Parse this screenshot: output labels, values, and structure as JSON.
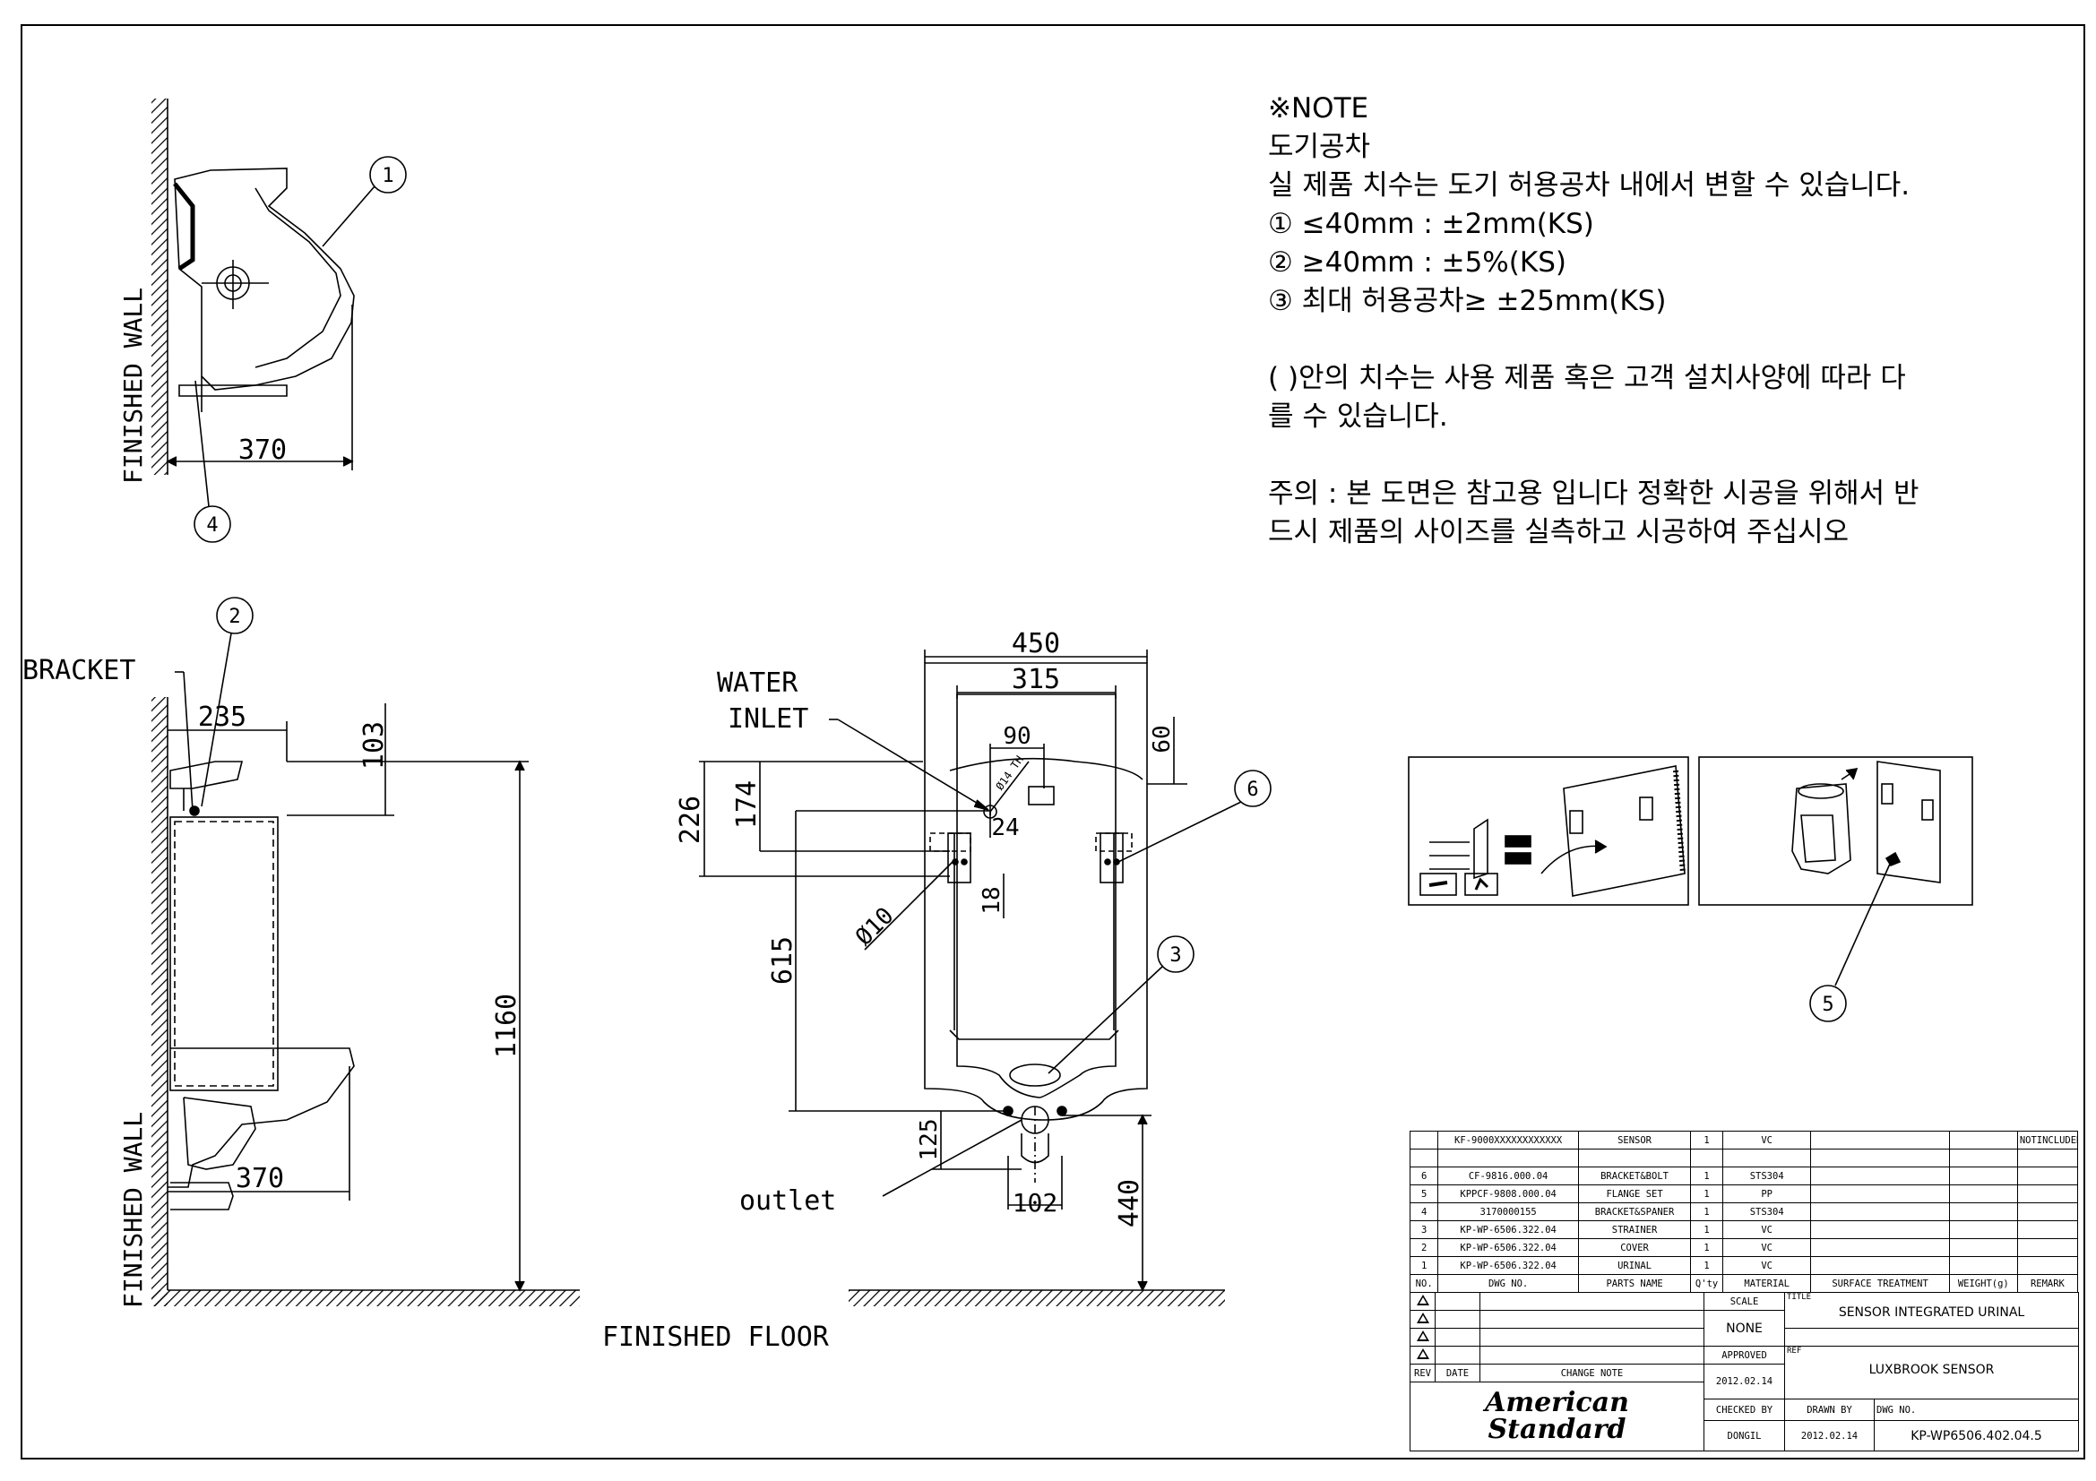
{
  "views": {
    "side_top": {
      "dimension": "370",
      "wall_label": "FINISHED WALL"
    },
    "side_main": {
      "bracket_label": "BRACKET",
      "dim_top": "235",
      "dim_103": "103",
      "dim_1160": "1160",
      "dim_370": "370",
      "wall_label": "FINISHED WALL"
    },
    "front": {
      "water_inlet_line1": "WATER",
      "water_inlet_line2": "INLET",
      "dim_450": "450",
      "dim_315": "315",
      "dim_90": "90",
      "dim_60": "60",
      "dim_226": "226",
      "dim_174": "174",
      "dim_24": "24",
      "dim_18": "18",
      "dim_10": "Ø10",
      "dim_615": "615",
      "dim_125": "125",
      "dim_102": "102",
      "dim_440": "440",
      "inlet_small": "Ø14 TH",
      "outlet_label": "outlet"
    },
    "floor_label": "FINISHED FLOOR"
  },
  "callouts": [
    "1",
    "2",
    "3",
    "4",
    "5",
    "6"
  ],
  "notes": {
    "heading": "※NOTE",
    "line1": "도기공차",
    "line2": "실 제품 치수는 도기 허용공차 내에서 변할 수 있습니다.",
    "line3": "① ≤40mm : ±2mm(KS)",
    "line4": "② ≥40mm : ±5%(KS)",
    "line5": "③ 최대 허용공차≥ ±25mm(KS)",
    "line6": "( )안의 치수는 사용 제품 혹은 고객 설치사양에 따라 다",
    "line7": "를 수 있습니다.",
    "line8": "주의 : 본 도면은 참고용 입니다 정확한 시공을 위해서 반",
    "line9": "드시 제품의 사이즈를 실측하고 시공하여 주십시오"
  },
  "parts": [
    {
      "no": "",
      "dwg": "KF-9000XXXXXXXXXXXX",
      "name": "SENSOR",
      "qty": "1",
      "material": "VC",
      "remark": "NOTINCLUDED"
    },
    {
      "no": "6",
      "dwg": "CF-9816.000.04",
      "name": "BRACKET&BOLT",
      "qty": "1",
      "material": "STS304",
      "remark": ""
    },
    {
      "no": "5",
      "dwg": "KPPCF-9808.000.04",
      "name": "FLANGE SET",
      "qty": "1",
      "material": "PP",
      "remark": ""
    },
    {
      "no": "4",
      "dwg": "3170000155",
      "name": "BRACKET&SPANER",
      "qty": "1",
      "material": "STS304",
      "remark": ""
    },
    {
      "no": "3",
      "dwg": "KP-WP-6506.322.04",
      "name": "STRAINER",
      "qty": "1",
      "material": "VC",
      "remark": ""
    },
    {
      "no": "2",
      "dwg": "KP-WP-6506.322.04",
      "name": "COVER",
      "qty": "1",
      "material": "VC",
      "remark": ""
    },
    {
      "no": "1",
      "dwg": "KP-WP-6506.322.04",
      "name": "URINAL",
      "qty": "1",
      "material": "VC",
      "remark": ""
    }
  ],
  "parts_header": {
    "no": "NO.",
    "dwg": "DWG NO.",
    "name": "PARTS NAME",
    "qty": "Q'ty",
    "material": "MATERIAL",
    "surface": "SURFACE TREATMENT",
    "weight": "WEIGHT(g)",
    "remark": "REMARK"
  },
  "title_block": {
    "rev": "REV",
    "date": "DATE",
    "change_note": "CHANGE NOTE",
    "scale_label": "SCALE",
    "scale_value": "NONE",
    "title_label": "TITLE",
    "title_value": "SENSOR INTEGRATED URINAL",
    "approved_label": "APPROVED",
    "approved_date": "2012.02.14",
    "ref_label": "REF",
    "ref_value": "LUXBROOK SENSOR",
    "checked_label": "CHECKED BY",
    "checked_value": "DONGIL",
    "drawn_label": "DRAWN BY",
    "drawn_value": "2012.02.14",
    "dwg_label": "DWG NO.",
    "dwg_value": "KP-WP6506.402.04.5",
    "logo_line1": "American",
    "logo_line2": "Standard"
  }
}
